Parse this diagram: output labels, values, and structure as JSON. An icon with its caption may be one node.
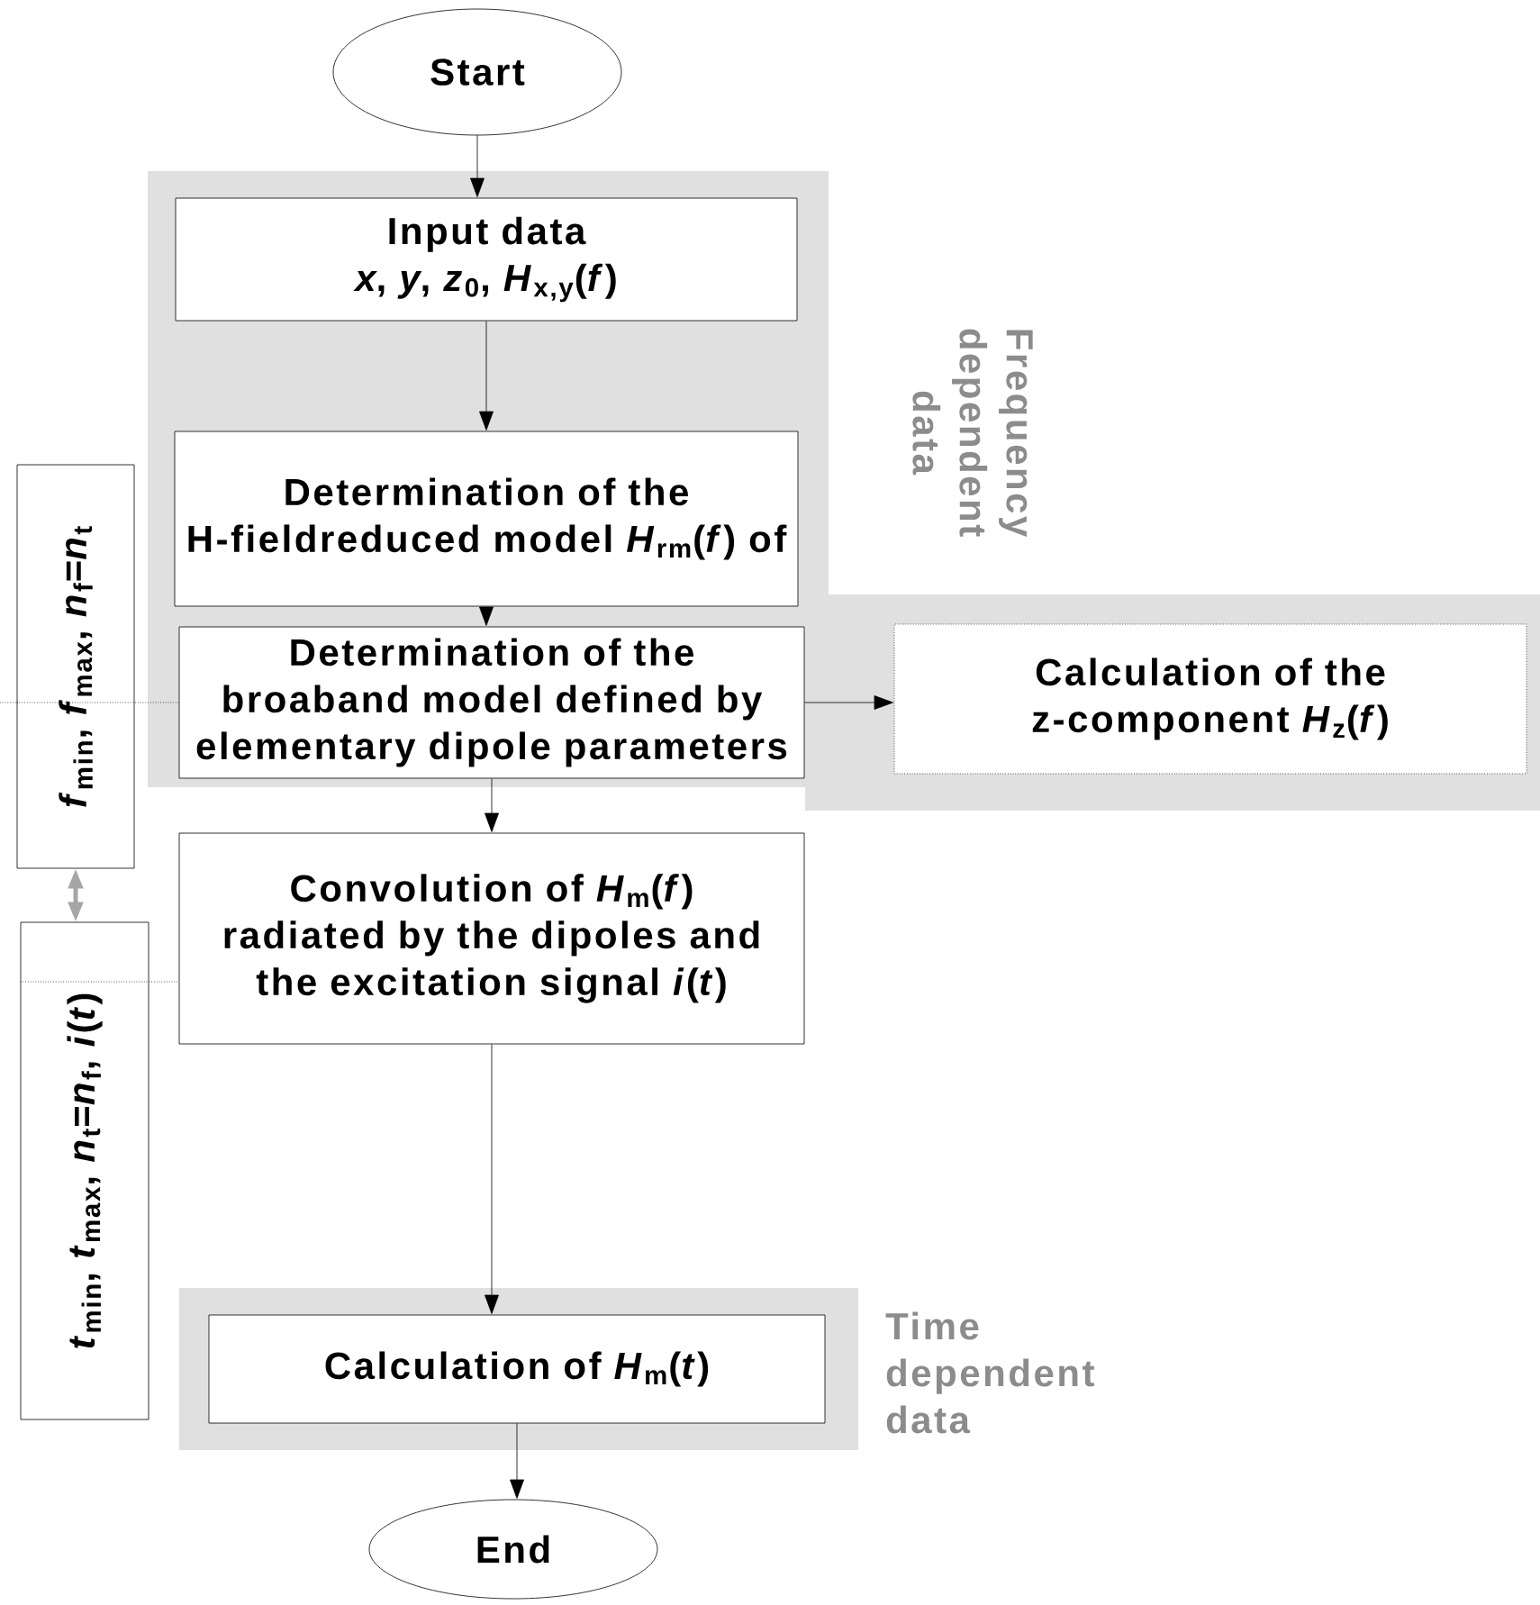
{
  "diagram": {
    "nodes": [
      {
        "text": [
          "Start"
        ]
      },
      {
        "text": [
          "Frequency dependent data"
        ]
      },
      {
        "text": [
          "Input data",
          "*x*, *y*, *z*$_{0}$, *H*$_{x,y}$(*f*)"
        ],
        "in": 1
      },
      {
        "text": [
          "Determination of the H-fieldreduced model *H*$_{rm}$(*f*) of"
        ],
        "in": 1
      },
      {
        "text": [
          "Determination of the broaband model defined by elementary dipole parameters"
        ],
        "in": 1
      },
      {
        "text": [
          "Calculation of the z-component *H*$_{z}$(*f*)"
        ]
      },
      {
        "text": [
          "Convolution of *H*$_{m}$(*f*) radiated by the dipoles and the excitation signal *i*(*t*)"
        ]
      },
      {
        "text": [
          "Time dependent data"
        ]
      },
      {
        "text": [
          "Calculation of *H*$_{m}$(*t*)"
        ],
        "in": 7
      },
      {
        "text": [
          "End"
        ]
      },
      {
        "text": [
          "*f*$_{min}$, *f*$_{max}$, *n*$_{f}$=*n*$_{t}$"
        ]
      },
      {
        "text": [
          "*t*$_{min}$, *t*$_{max}$, *n*$_{t}$=*n*$_{f}$, *i*(*t*)"
        ]
      }
    ],
    "edges": [
      {
        "from": 0,
        "to": 2,
        "arrow": "to"
      },
      {
        "from": 2,
        "to": 3,
        "arrow": "to"
      },
      {
        "from": 3,
        "to": 4,
        "arrow": "to"
      },
      {
        "from": 4,
        "to": 5,
        "arrow": "to"
      },
      {
        "from": 4,
        "to": 6,
        "arrow": "to"
      },
      {
        "from": 6,
        "to": 8,
        "arrow": "to"
      },
      {
        "from": 8,
        "to": 9,
        "arrow": "to"
      },
      {
        "from": 10,
        "to": 4,
        "arrow": "none",
        "style": "dashed"
      },
      {
        "from": 11,
        "to": 6,
        "arrow": "none",
        "style": "dashed"
      },
      {
        "from": 10,
        "to": 11,
        "arrow": "both",
        "style": "thick",
        "color": "#a6a6a6"
      }
    ]
  }
}
